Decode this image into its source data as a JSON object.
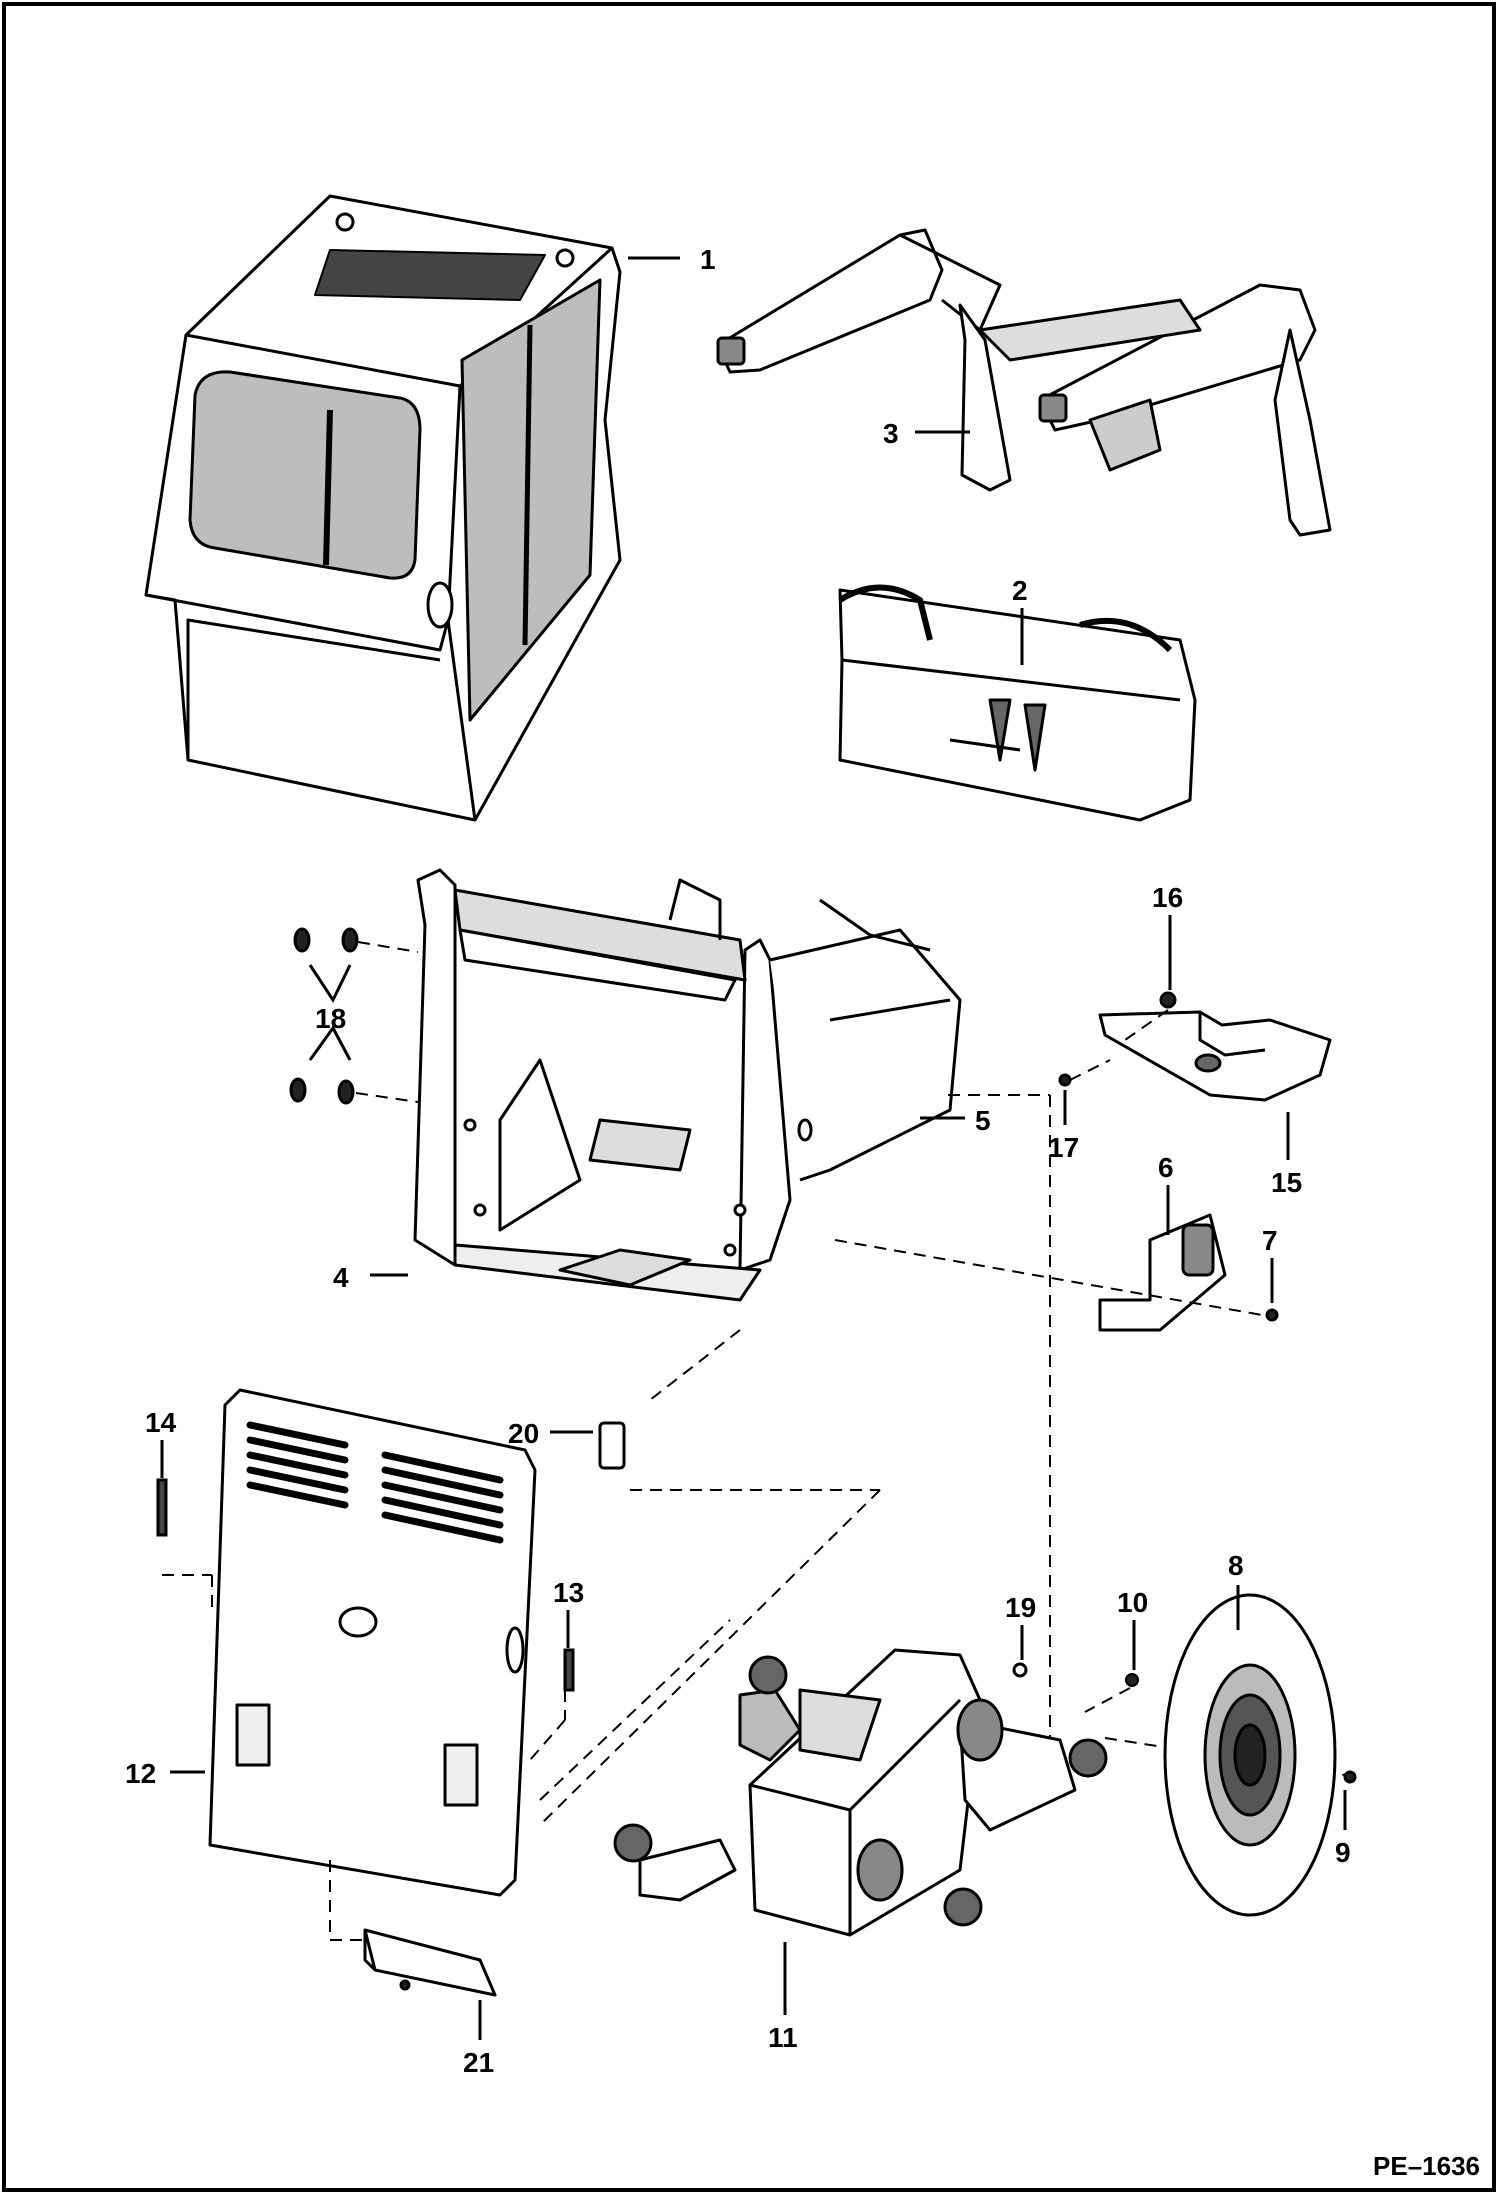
{
  "diagram": {
    "callouts": [
      {
        "id": "1",
        "label": "1"
      },
      {
        "id": "2",
        "label": "2"
      },
      {
        "id": "3",
        "label": "3"
      },
      {
        "id": "4",
        "label": "4"
      },
      {
        "id": "5",
        "label": "5"
      },
      {
        "id": "6",
        "label": "6"
      },
      {
        "id": "7",
        "label": "7"
      },
      {
        "id": "8",
        "label": "8"
      },
      {
        "id": "9",
        "label": "9"
      },
      {
        "id": "10",
        "label": "10"
      },
      {
        "id": "11",
        "label": "11"
      },
      {
        "id": "12",
        "label": "12"
      },
      {
        "id": "13",
        "label": "13"
      },
      {
        "id": "14",
        "label": "14"
      },
      {
        "id": "15",
        "label": "15"
      },
      {
        "id": "16",
        "label": "16"
      },
      {
        "id": "17",
        "label": "17"
      },
      {
        "id": "18",
        "label": "18"
      },
      {
        "id": "19",
        "label": "19"
      },
      {
        "id": "20",
        "label": "20"
      },
      {
        "id": "21",
        "label": "21"
      }
    ],
    "figure_id": "PE–1636"
  }
}
